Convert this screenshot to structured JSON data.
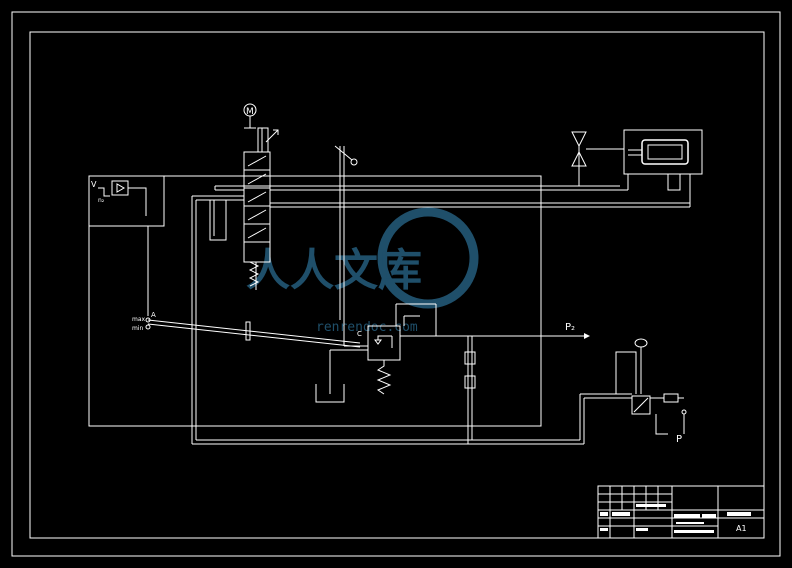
{
  "labels": {
    "motor": "M",
    "pressure_out": "P₂",
    "pressure_in": "P",
    "point_a": "A",
    "point_c": "C",
    "max": "max",
    "min": "min",
    "v": "V",
    "n": "n₂"
  },
  "title_block": {
    "sheet_size": "A1"
  },
  "watermark": {
    "text": "人人文库",
    "url": "renrendoc.com"
  },
  "colors": {
    "background": "#000000",
    "line": "#ffffff",
    "watermark": "#1f4f6a"
  }
}
